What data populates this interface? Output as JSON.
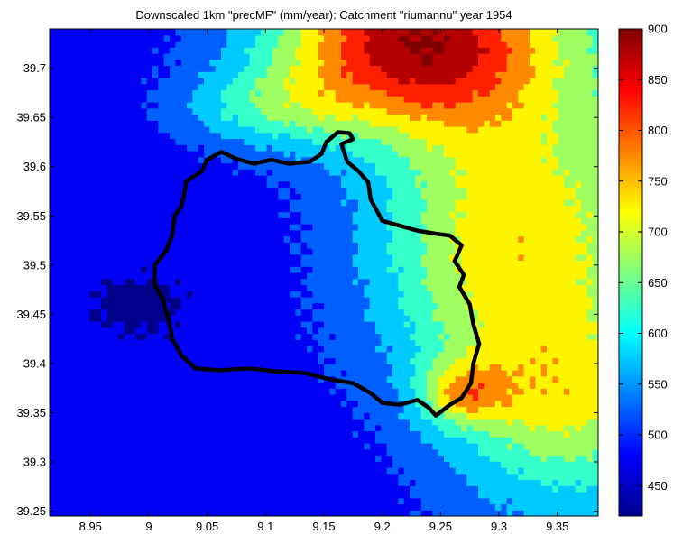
{
  "chart_data": {
    "type": "heatmap",
    "title": "Downscaled 1km \"precMF\" (mm/year): Catchment \"riumannu\" year 1954",
    "xlabel": "",
    "ylabel": "",
    "xlim": [
      8.915,
      9.385
    ],
    "ylim": [
      39.245,
      39.74
    ],
    "x_ticks": [
      8.95,
      9,
      9.05,
      9.1,
      9.15,
      9.2,
      9.25,
      9.3,
      9.35
    ],
    "x_tick_labels": [
      "8.95",
      "9",
      "9.05",
      "9.1",
      "9.15",
      "9.2",
      "9.25",
      "9.3",
      "9.35"
    ],
    "y_ticks": [
      39.25,
      39.3,
      39.35,
      39.4,
      39.45,
      39.5,
      39.55,
      39.6,
      39.65,
      39.7
    ],
    "y_tick_labels": [
      "39.25",
      "39.3",
      "39.35",
      "39.4",
      "39.45",
      "39.5",
      "39.55",
      "39.6",
      "39.65",
      "39.7"
    ],
    "colorbar": {
      "colormap": "jet",
      "range": [
        420,
        900
      ],
      "ticks": [
        450,
        500,
        550,
        600,
        650,
        700,
        750,
        800,
        850,
        900
      ],
      "tick_labels": [
        "450",
        "500",
        "550",
        "600",
        "650",
        "700",
        "750",
        "800",
        "850",
        "900"
      ]
    },
    "field_value_range": [
      420,
      900
    ],
    "contour_interval": 50,
    "grid": false,
    "catchment_outline": [
      [
        9.05,
        39.607
      ],
      [
        9.062,
        39.615
      ],
      [
        9.075,
        39.608
      ],
      [
        9.09,
        39.603
      ],
      [
        9.105,
        39.607
      ],
      [
        9.12,
        39.603
      ],
      [
        9.138,
        39.605
      ],
      [
        9.148,
        39.613
      ],
      [
        9.152,
        39.625
      ],
      [
        9.162,
        39.635
      ],
      [
        9.172,
        39.634
      ],
      [
        9.175,
        39.628
      ],
      [
        9.165,
        39.623
      ],
      [
        9.17,
        39.605
      ],
      [
        9.18,
        39.595
      ],
      [
        9.188,
        39.584
      ],
      [
        9.19,
        39.567
      ],
      [
        9.2,
        39.545
      ],
      [
        9.215,
        39.54
      ],
      [
        9.23,
        39.535
      ],
      [
        9.245,
        39.532
      ],
      [
        9.258,
        39.53
      ],
      [
        9.268,
        39.52
      ],
      [
        9.262,
        39.504
      ],
      [
        9.27,
        39.49
      ],
      [
        9.266,
        39.478
      ],
      [
        9.275,
        39.46
      ],
      [
        9.278,
        39.44
      ],
      [
        9.283,
        39.42
      ],
      [
        9.278,
        39.4
      ],
      [
        9.276,
        39.38
      ],
      [
        9.268,
        39.365
      ],
      [
        9.258,
        39.358
      ],
      [
        9.246,
        39.347
      ],
      [
        9.24,
        39.355
      ],
      [
        9.23,
        39.363
      ],
      [
        9.215,
        39.358
      ],
      [
        9.2,
        39.36
      ],
      [
        9.19,
        39.37
      ],
      [
        9.175,
        39.38
      ],
      [
        9.155,
        39.384
      ],
      [
        9.135,
        39.39
      ],
      [
        9.11,
        39.392
      ],
      [
        9.085,
        39.395
      ],
      [
        9.06,
        39.393
      ],
      [
        9.04,
        39.395
      ],
      [
        9.028,
        39.408
      ],
      [
        9.02,
        39.425
      ],
      [
        9.017,
        39.445
      ],
      [
        9.012,
        39.465
      ],
      [
        9.005,
        39.48
      ],
      [
        9.005,
        39.5
      ],
      [
        9.015,
        39.515
      ],
      [
        9.02,
        39.53
      ],
      [
        9.022,
        39.55
      ],
      [
        9.028,
        39.56
      ],
      [
        9.03,
        39.57
      ],
      [
        9.032,
        39.585
      ],
      [
        9.045,
        39.595
      ],
      [
        9.05,
        39.607
      ]
    ]
  }
}
